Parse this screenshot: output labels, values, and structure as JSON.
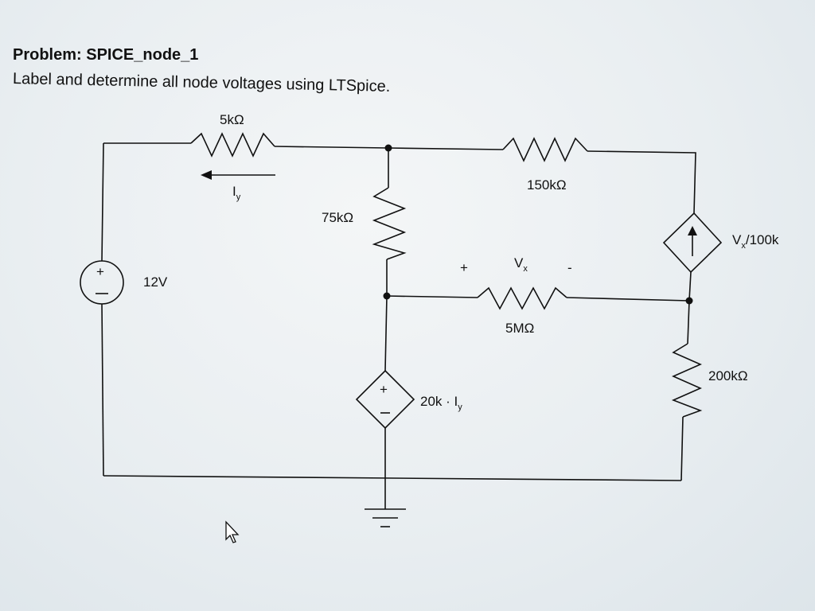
{
  "header": {
    "title": "Problem:  SPICE_node_1",
    "subtitle": "Label and determine all node voltages using LTSpice."
  },
  "circuit": {
    "r_5k": "5kΩ",
    "current_iy": "I",
    "current_iy_sub": "y",
    "r_150k": "150kΩ",
    "r_75k": "75kΩ",
    "src_12v": "12V",
    "plus_sign": "+",
    "vx_main": "V",
    "vx_sub": "x",
    "minus_sign": "-",
    "r_5m": "5MΩ",
    "ccs_v": "V",
    "ccs_sub": "x",
    "ccs_rest": "/100k",
    "r_200k": "200kΩ",
    "ccvs_main": "20k · I",
    "ccvs_sub": "y"
  }
}
